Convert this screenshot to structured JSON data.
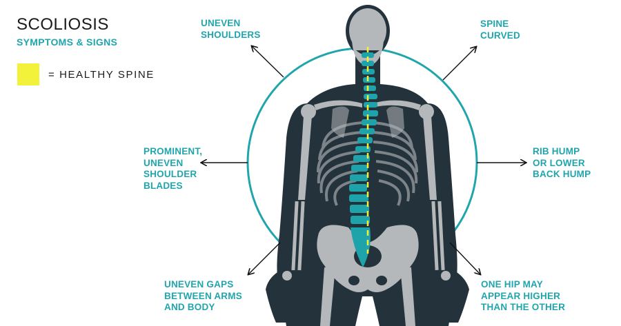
{
  "header": {
    "title": "SCOLIOSIS",
    "subtitle": "SYMPTOMS & SIGNS"
  },
  "legend": {
    "swatch_color": "#f2f23a",
    "label": "= HEALTHY SPINE"
  },
  "colors": {
    "accent_teal": "#20a5ad",
    "body_dark": "#24323b",
    "bone_gray": "#b4b8bb",
    "healthy_spine_line": "#f2f23a",
    "arrow": "#111111"
  },
  "callouts": {
    "uneven_shoulders": {
      "lines": [
        "UNEVEN",
        "SHOULDERS"
      ]
    },
    "spine_curved": {
      "lines": [
        "SPINE",
        "CURVED"
      ]
    },
    "shoulder_blades": {
      "lines": [
        "PROMINENT,",
        "UNEVEN",
        "SHOULDER",
        "BLADES"
      ]
    },
    "rib_hump": {
      "lines": [
        "RIB HUMP",
        "OR LOWER",
        "BACK HUMP"
      ]
    },
    "arm_gaps": {
      "lines": [
        "UNEVEN GAPS",
        "BETWEEN ARMS",
        "AND BODY"
      ]
    },
    "hip_height": {
      "lines": [
        "ONE HIP MAY",
        "APPEAR HIGHER",
        "THAN THE OTHER"
      ]
    }
  }
}
